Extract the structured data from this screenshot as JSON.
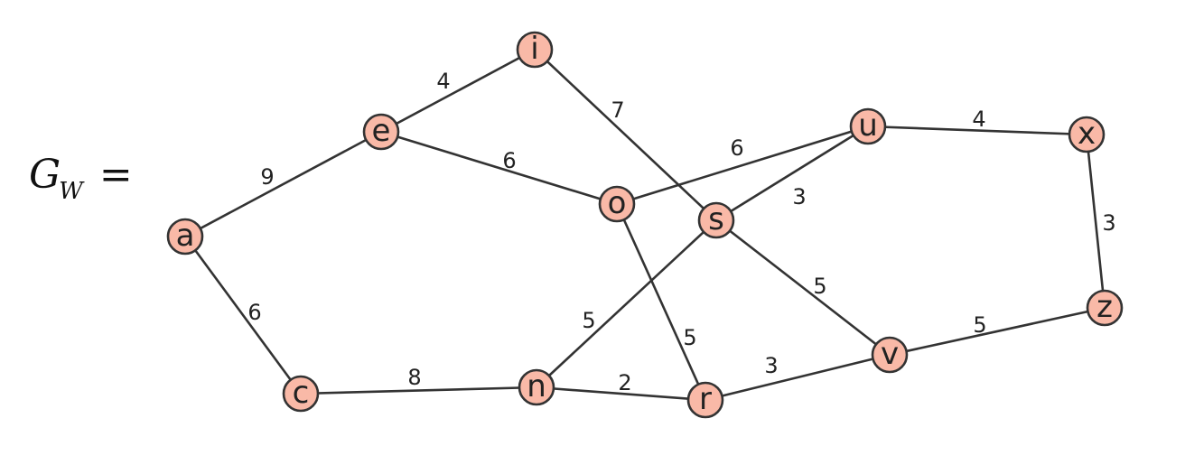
{
  "graph": {
    "name": {
      "base": "G",
      "subscript": "W",
      "operator": "="
    },
    "colors": {
      "node_fill": "#f9b9a7",
      "edge": "#333333",
      "text": "#222222"
    },
    "nodes": [
      "a",
      "e",
      "i",
      "o",
      "s",
      "u",
      "x",
      "z",
      "v",
      "r",
      "n",
      "c"
    ],
    "edges": [
      {
        "from": "a",
        "to": "e",
        "weight": "9"
      },
      {
        "from": "e",
        "to": "i",
        "weight": "4"
      },
      {
        "from": "e",
        "to": "o",
        "weight": "6"
      },
      {
        "from": "i",
        "to": "s",
        "weight": "7"
      },
      {
        "from": "o",
        "to": "u",
        "weight": "6"
      },
      {
        "from": "s",
        "to": "u",
        "weight": "3"
      },
      {
        "from": "u",
        "to": "x",
        "weight": "4"
      },
      {
        "from": "x",
        "to": "z",
        "weight": "3"
      },
      {
        "from": "z",
        "to": "v",
        "weight": "5"
      },
      {
        "from": "s",
        "to": "v",
        "weight": "5"
      },
      {
        "from": "v",
        "to": "r",
        "weight": "3"
      },
      {
        "from": "o",
        "to": "r",
        "weight": "5"
      },
      {
        "from": "s",
        "to": "n",
        "weight": "5"
      },
      {
        "from": "n",
        "to": "r",
        "weight": "2"
      },
      {
        "from": "c",
        "to": "n",
        "weight": "8"
      },
      {
        "from": "a",
        "to": "c",
        "weight": "6"
      }
    ]
  }
}
